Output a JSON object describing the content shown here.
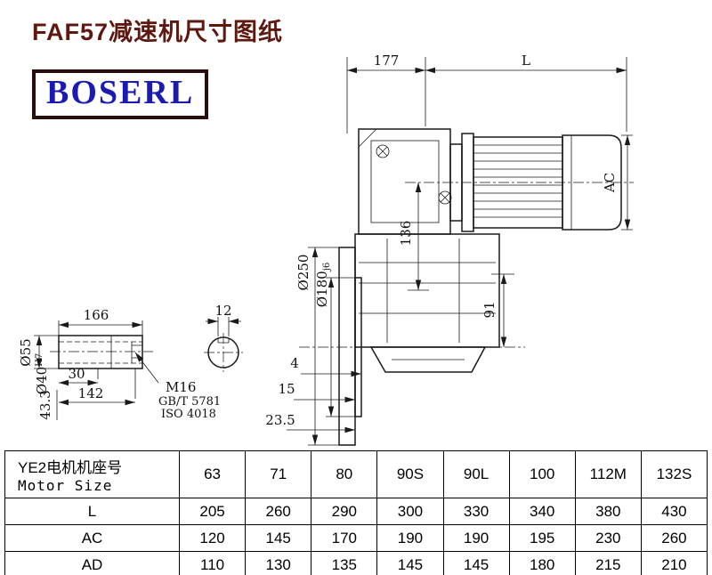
{
  "colors": {
    "title": "#5e1810",
    "logo_text": "#1b1bb4",
    "logo_border": "#2a0e0e",
    "line": "#1a1a1a"
  },
  "header": {
    "title": "FAF57减速机尺寸图纸",
    "logo": "BOSERL"
  },
  "drawing": {
    "top": {
      "d177": "177",
      "dL": "L"
    },
    "motor": {
      "ac": "AC"
    },
    "flange": {
      "dia250": "Ø250",
      "dia180": "Ø180",
      "dia180_fit": "j6",
      "d4": "4",
      "d15": "15",
      "d23_5": "23.5"
    },
    "housing": {
      "d136": "136",
      "d91": "91"
    },
    "shaft": {
      "d166": "166",
      "d12": "12",
      "dia55": "Ø55",
      "dia40": "Ø40",
      "dia40_fit": "H7",
      "d30": "30",
      "d142": "142",
      "d43_3": "43.3",
      "thread": "M16",
      "std1": "GB/T 5781",
      "std2": "ISO 4018"
    }
  },
  "table": {
    "row_header_cn": "YE2电机机座号",
    "row_header_en": "Motor Size",
    "sizes": [
      "63",
      "71",
      "80",
      "90S",
      "90L",
      "100",
      "112M",
      "132S"
    ],
    "rows": [
      {
        "label": "L",
        "values": [
          "205",
          "260",
          "290",
          "300",
          "330",
          "340",
          "380",
          "430"
        ]
      },
      {
        "label": "AC",
        "values": [
          "120",
          "145",
          "170",
          "190",
          "190",
          "195",
          "230",
          "260"
        ]
      },
      {
        "label": "AD",
        "values": [
          "110",
          "130",
          "135",
          "145",
          "145",
          "180",
          "215",
          "210"
        ]
      }
    ]
  }
}
